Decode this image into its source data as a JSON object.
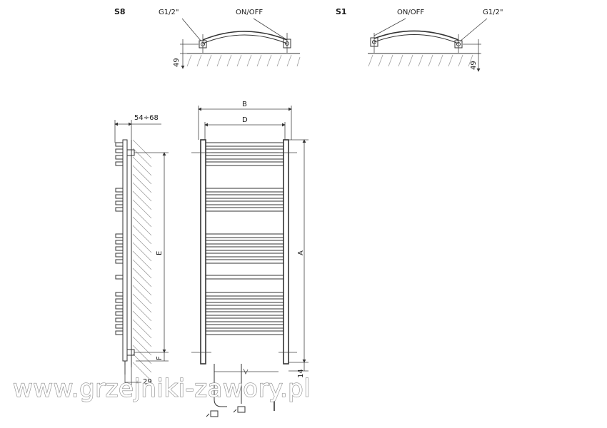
{
  "variant_s8": {
    "code": "S8",
    "connection_label": "G1/2\"",
    "switch_label": "ON/OFF",
    "height_value": "49"
  },
  "variant_s1": {
    "code": "S1",
    "switch_label": "ON/OFF",
    "connection_label": "G1/2\"",
    "height_value": "49"
  },
  "side_view": {
    "depth_label": "54÷68",
    "dim_e": "E",
    "dim_f": "F",
    "dim_bottom": "29"
  },
  "front_view": {
    "dim_b": "B",
    "dim_d": "D",
    "dim_a": "A",
    "dim_bottom": "14"
  },
  "watermark": "www.grzejniki-zawory.pl"
}
